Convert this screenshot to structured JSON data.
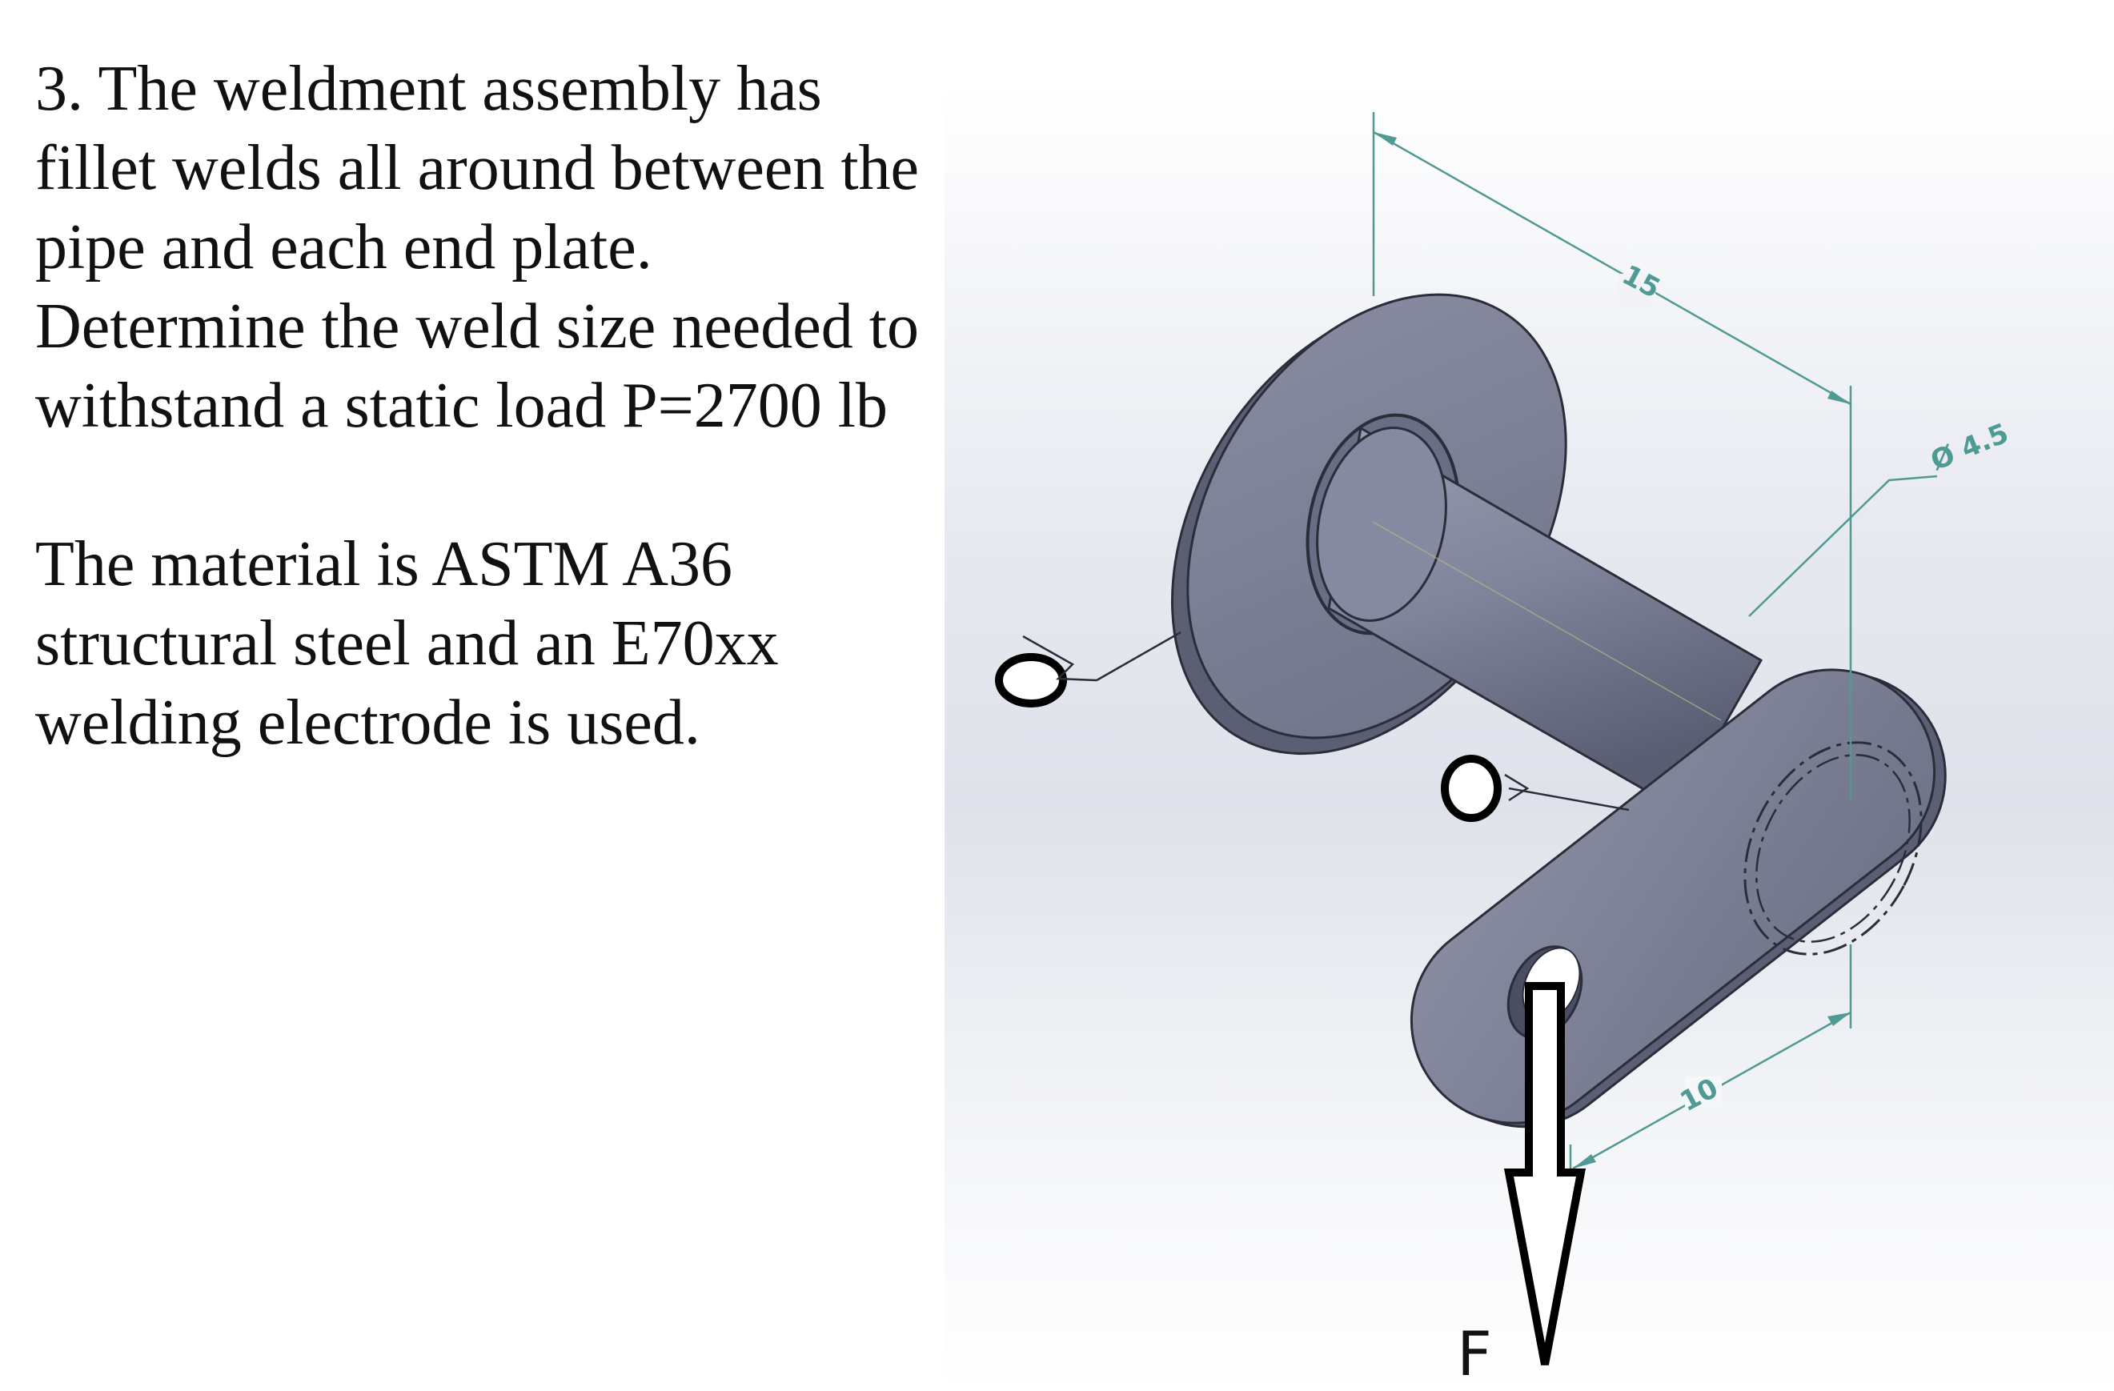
{
  "problem": {
    "para1": [
      "3. The weldment assembly has",
      "fillet welds all around between the",
      "pipe and each end plate.",
      "Determine the weld size needed to",
      "withstand a static load P=2700 lb"
    ],
    "para2": [
      "The material is ASTM A36",
      "structural steel and an E70xx",
      "welding electrode is used."
    ]
  },
  "figure": {
    "dimensions": {
      "length": "15",
      "diameter": "Ø 4.5",
      "arm": "10"
    },
    "load_label": "F",
    "colors": {
      "steel": "#7d8196",
      "steel_dark": "#5e6278",
      "edge": "#2a2d3a",
      "dimension": "#4f9a92",
      "background_gradient": [
        "#ffffff",
        "#dfe2ea"
      ]
    }
  }
}
